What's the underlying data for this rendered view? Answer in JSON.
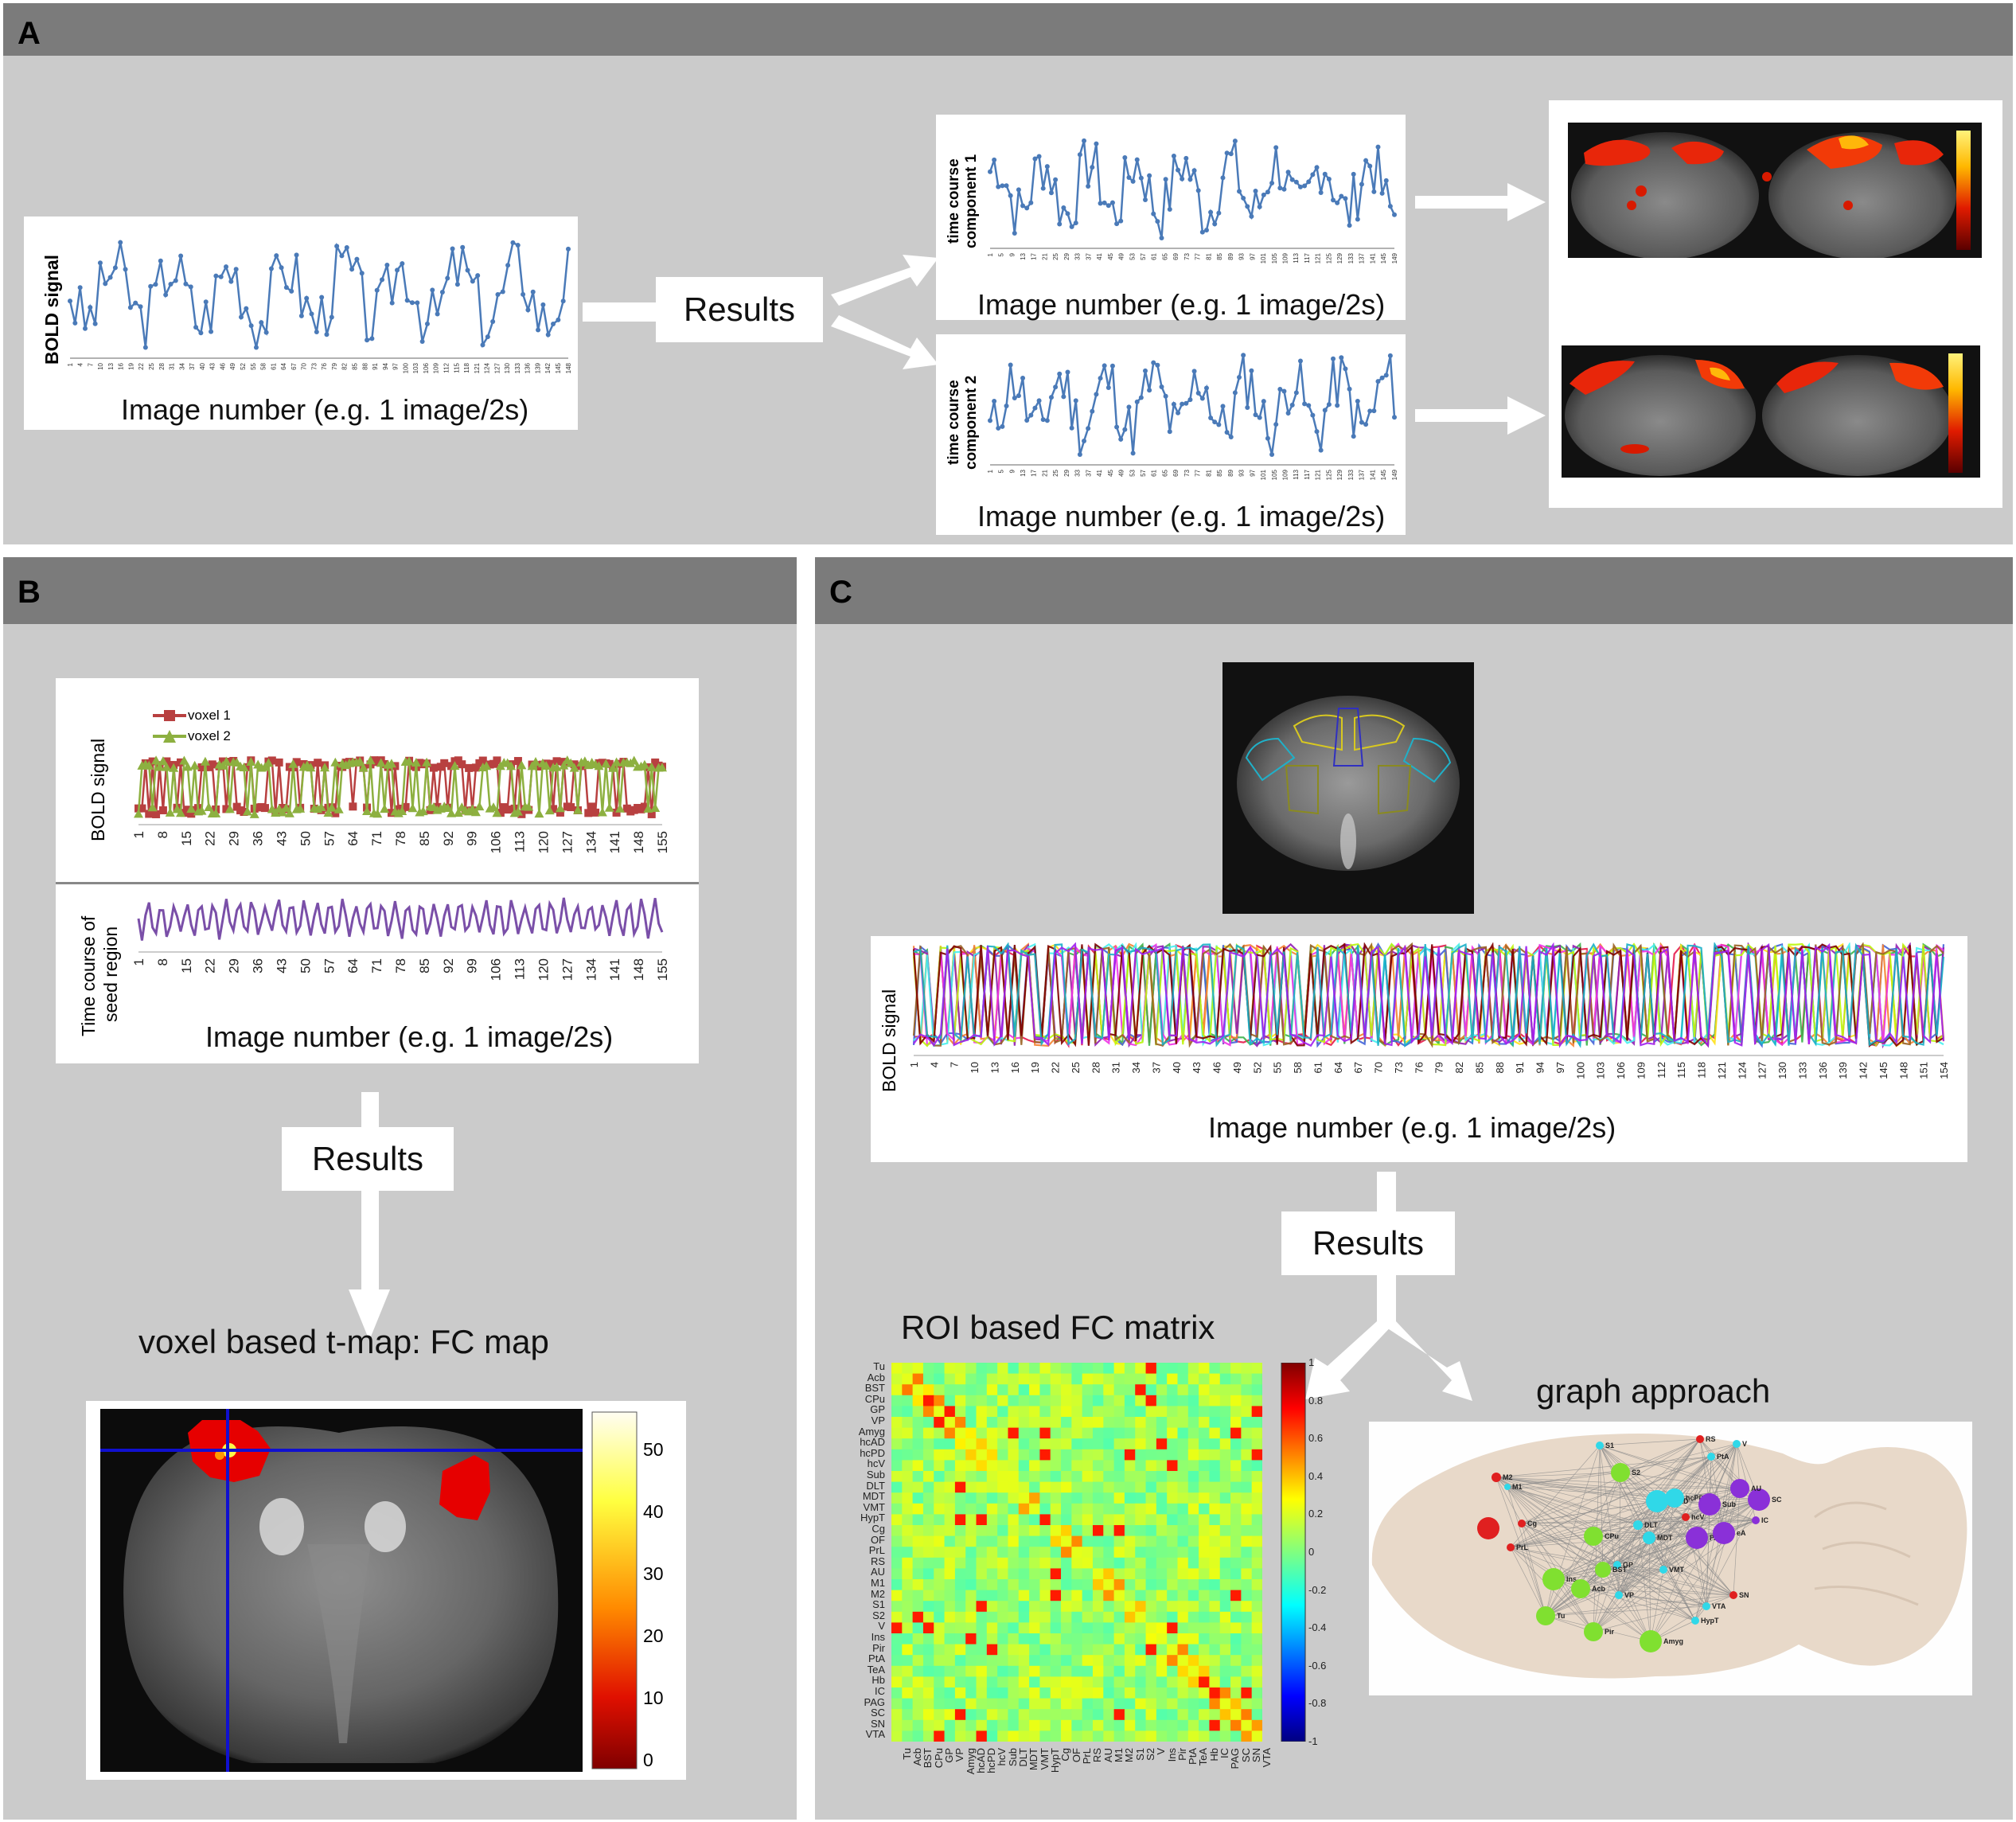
{
  "panels": {
    "a": "A",
    "b": "B",
    "c": "C"
  },
  "results_label": "Results",
  "panel_a": {
    "bold_ylabel": "BOLD signal",
    "xlabel": "Image number (e.g. 1 image/2s)",
    "tc1_ylabel_line1": "time course",
    "tc1_ylabel_line2": "component 1",
    "tc2_ylabel_line1": "time course",
    "tc2_ylabel_line2": "component 2",
    "bold_ticks": [
      "1",
      "4",
      "7",
      "10",
      "13",
      "16",
      "19",
      "22",
      "25",
      "28",
      "31",
      "34",
      "37",
      "40",
      "43",
      "46",
      "49",
      "52",
      "55",
      "58",
      "61",
      "64",
      "67",
      "70",
      "73",
      "76",
      "79",
      "82",
      "85",
      "88",
      "91",
      "94",
      "97",
      "100",
      "103",
      "106",
      "109",
      "112",
      "115",
      "118",
      "121",
      "124",
      "127",
      "130",
      "133",
      "136",
      "139",
      "142",
      "145",
      "148"
    ],
    "tc_ticks": [
      "1",
      "5",
      "9",
      "13",
      "17",
      "21",
      "25",
      "29",
      "33",
      "37",
      "41",
      "45",
      "49",
      "53",
      "57",
      "61",
      "65",
      "69",
      "73",
      "77",
      "81",
      "85",
      "89",
      "93",
      "97",
      "101",
      "105",
      "109",
      "113",
      "117",
      "121",
      "125",
      "129",
      "133",
      "137",
      "141",
      "145",
      "149"
    ]
  },
  "panel_b": {
    "legend": [
      "voxel 1",
      "voxel 2"
    ],
    "bold_ylabel": "BOLD signal",
    "seed_ylabel_line1": "Time course of",
    "seed_ylabel_line2": "seed region",
    "xlabel": "Image number (e.g. 1 image/2s)",
    "ticks": [
      "1",
      "8",
      "15",
      "22",
      "29",
      "36",
      "43",
      "50",
      "57",
      "64",
      "71",
      "78",
      "85",
      "92",
      "99",
      "106",
      "113",
      "120",
      "127",
      "134",
      "141",
      "148",
      "155"
    ],
    "map_title": "voxel based t-map: FC map",
    "colorbar_ticks": [
      "50",
      "40",
      "30",
      "20",
      "10",
      "0"
    ]
  },
  "panel_c": {
    "bold_ylabel": "BOLD signal",
    "xlabel": "Image number (e.g. 1 image/2s)",
    "ticks": [
      "1",
      "4",
      "7",
      "10",
      "13",
      "16",
      "19",
      "22",
      "25",
      "28",
      "31",
      "34",
      "37",
      "40",
      "43",
      "46",
      "49",
      "52",
      "55",
      "58",
      "61",
      "64",
      "67",
      "70",
      "73",
      "76",
      "79",
      "82",
      "85",
      "88",
      "91",
      "94",
      "97",
      "100",
      "103",
      "106",
      "109",
      "112",
      "115",
      "118",
      "121",
      "124",
      "127",
      "130",
      "133",
      "136",
      "139",
      "142",
      "145",
      "148",
      "151",
      "154"
    ],
    "matrix_title": "ROI based FC matrix",
    "graph_title": "graph approach",
    "roi_labels": [
      "Tu",
      "Acb",
      "BST",
      "CPu",
      "GP",
      "VP",
      "Amyg",
      "hcAD",
      "hcPD",
      "hcV",
      "Sub",
      "DLT",
      "MDT",
      "VMT",
      "HypT",
      "Cg",
      "OF",
      "PrL",
      "RS",
      "AU",
      "M1",
      "M2",
      "S1",
      "S2",
      "V",
      "Ins",
      "Pir",
      "PtA",
      "TeA",
      "Hb",
      "IC",
      "PAG",
      "SC",
      "SN",
      "VTA"
    ],
    "colorbar_ticks": [
      "1",
      "0.8",
      "0.6",
      "0.4",
      "0.2",
      "0",
      "-0.2",
      "-0.4",
      "-0.6",
      "-0.8",
      "-1"
    ],
    "graph_nodes": [
      "RS",
      "S1",
      "V",
      "PtA",
      "M2",
      "M1",
      "S2",
      "Cg",
      "hcAD",
      "hcPD",
      "SC",
      "AU",
      "IC",
      "Sub",
      "hcV",
      "DLT",
      "MDT",
      "PAG",
      "eA",
      "CPu",
      "PrL",
      "GP",
      "VMT",
      "BST",
      "Ins",
      "Acb",
      "VP",
      "SN",
      "VTA",
      "HypT",
      "Tu",
      "Pir",
      "Amyg"
    ]
  }
}
